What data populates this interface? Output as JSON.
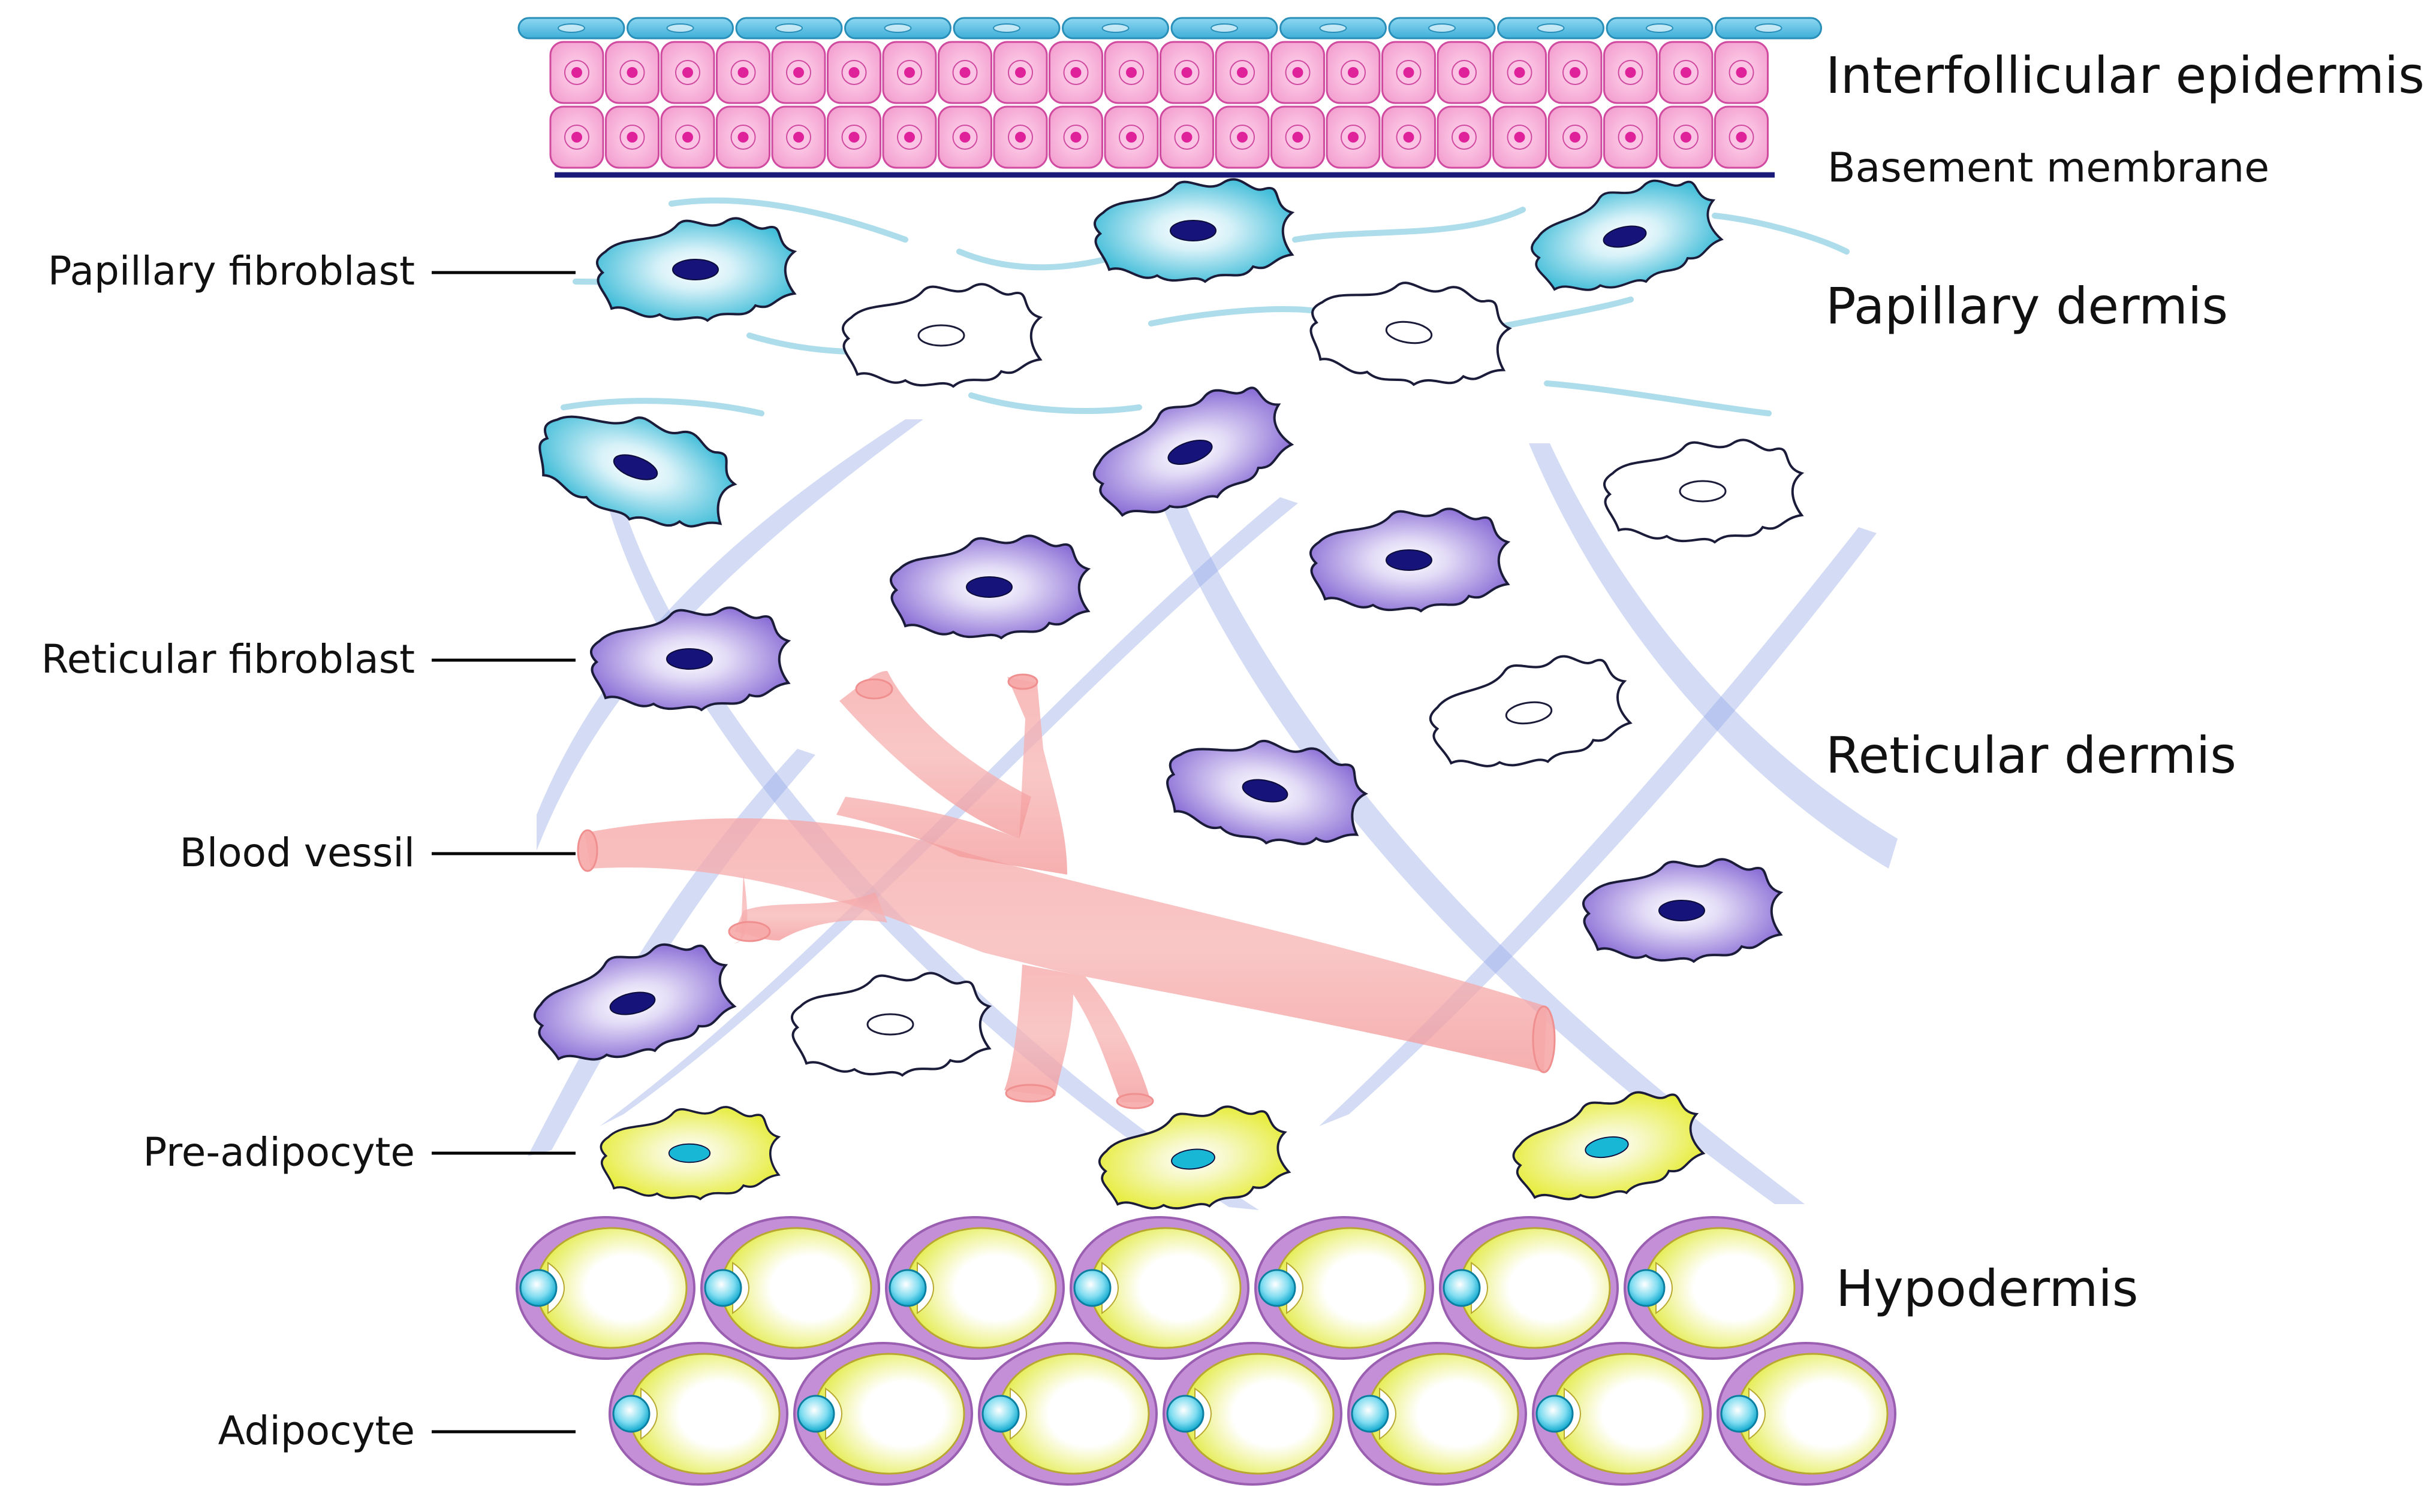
{
  "labels": {
    "left": {
      "papillary_fibroblast": "Papillary fibroblast",
      "reticular_fibroblast": "Reticular fibroblast",
      "blood_vessil": "Blood vessil",
      "pre_adipocyte": "Pre-adipocyte",
      "adipocyte": "Adipocyte"
    },
    "right": {
      "interfollicular_epidermis": "Interfollicular epidermis",
      "basement_membrane": "Basement membrane",
      "papillary_dermis": "Papillary dermis",
      "reticular_dermis": "Reticular dermis",
      "hypodermis": "Hypodermis"
    }
  },
  "colors": {
    "keratinocyte_fill": "#f6a2d2",
    "keratinocyte_nucleus": "#e0229a",
    "flat_cell": "#5bc0e6",
    "basement_membrane": "#1a1a7a",
    "papillary_fibroblast": "#3fbcd8",
    "reticular_fibroblast": "#8b6fd6",
    "nucleus_dark": "#16147a",
    "pre_adipocyte": "#e6ec3a",
    "pre_adipocyte_nucleus": "#19b7d6",
    "adipocyte_rim": "#c58fd8",
    "adipocyte_body": "#e4ec4e",
    "blood_vessel": "#f48b8b",
    "collagen_fiber": "#8fa2e6",
    "elastic_fiber": "#9fd6e6"
  },
  "icons": {
    "keratinocyte": "keratinocyte-icon",
    "fibroblast": "fibroblast-icon",
    "adipocyte": "adipocyte-icon"
  }
}
